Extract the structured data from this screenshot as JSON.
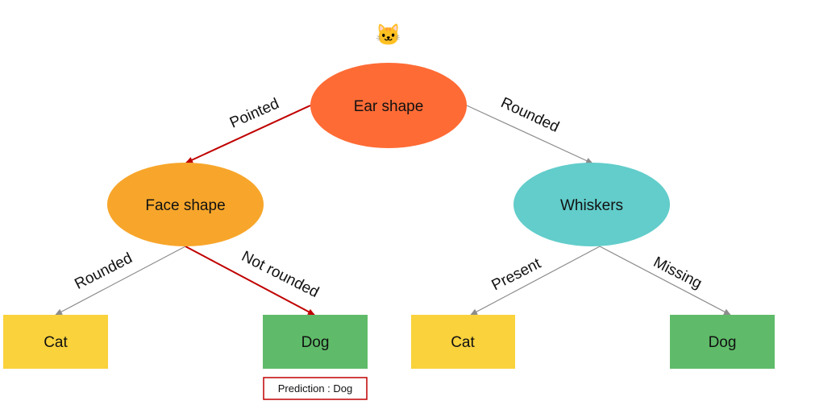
{
  "icon": {
    "name": "cat-face-icon",
    "glyph": "🐱"
  },
  "colors": {
    "root_fill": "#FF6B35",
    "face_fill": "#F7A62B",
    "whiskers_fill": "#62CDCB",
    "cat_fill": "#F9D23C",
    "dog_fill": "#5FBB69",
    "highlight_edge": "#C00000",
    "normal_edge": "#8C8C8C",
    "prediction_border": "#C00000"
  },
  "nodes": {
    "root": {
      "label": "Ear shape"
    },
    "face": {
      "label": "Face shape"
    },
    "whiskers": {
      "label": "Whiskers"
    },
    "leaf1": {
      "label": "Cat"
    },
    "leaf2": {
      "label": "Dog"
    },
    "leaf3": {
      "label": "Cat"
    },
    "leaf4": {
      "label": "Dog"
    }
  },
  "edges": {
    "root_face": {
      "label": "Pointed"
    },
    "root_whiskers": {
      "label": "Rounded"
    },
    "face_leaf1": {
      "label": "Rounded"
    },
    "face_leaf2": {
      "label": "Not rounded"
    },
    "whiskers_leaf3": {
      "label": "Present"
    },
    "whiskers_leaf4": {
      "label": "Missing"
    }
  },
  "prediction": {
    "text": "Prediction : Dog"
  }
}
